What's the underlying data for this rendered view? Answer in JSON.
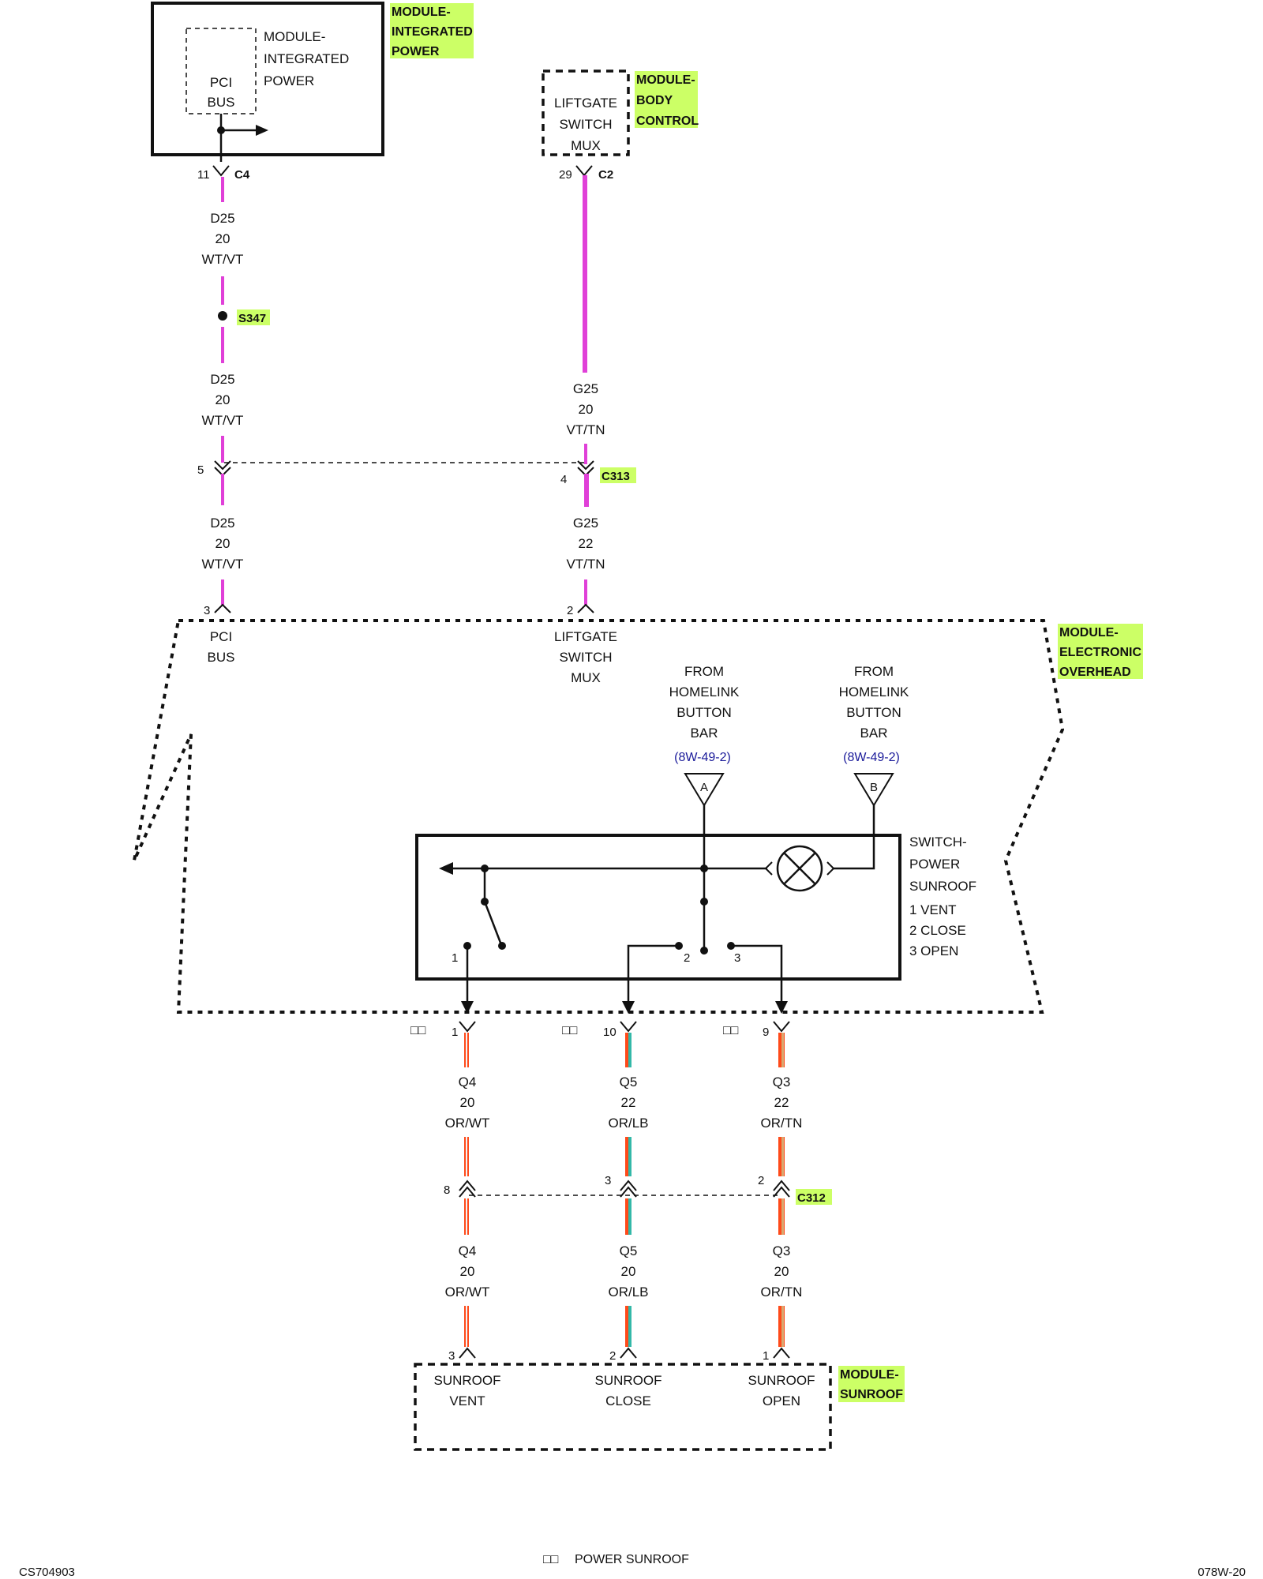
{
  "modules": {
    "integrated_power": {
      "name": [
        "MODULE-",
        "INTEGRATED",
        "POWER"
      ],
      "inner_name": [
        "MODULE-",
        "INTEGRATED",
        "POWER"
      ],
      "pci_bus": [
        "PCI",
        "BUS"
      ]
    },
    "body_control": {
      "name": [
        "MODULE-",
        "BODY",
        "CONTROL"
      ],
      "liftgate_switch_mux": [
        "LIFTGATE",
        "SWITCH",
        "MUX"
      ]
    },
    "electronic_overhead": {
      "name": [
        "MODULE-",
        "ELECTRONIC",
        "OVERHEAD"
      ],
      "pci_bus": [
        "PCI",
        "BUS"
      ],
      "liftgate_switch_mux": [
        "LIFTGATE",
        "SWITCH",
        "MUX"
      ],
      "from_homelink": [
        "FROM",
        "HOMELINK",
        "BUTTON",
        "BAR"
      ],
      "ref": "(8W-49-2)",
      "triangle_a": "A",
      "triangle_b": "B"
    },
    "switch_power_sunroof": {
      "name": [
        "SWITCH-",
        "POWER",
        "SUNROOF"
      ],
      "positions": [
        "1 VENT",
        "2 CLOSE",
        "3 OPEN"
      ],
      "pins": [
        "1",
        "2",
        "3"
      ]
    },
    "sunroof": {
      "name": [
        "MODULE-",
        "SUNROOF"
      ],
      "vent": [
        "SUNROOF",
        "VENT"
      ],
      "close": [
        "SUNROOF",
        "CLOSE"
      ],
      "open": [
        "SUNROOF",
        "OPEN"
      ]
    }
  },
  "connectors": {
    "c4": {
      "name": "C4",
      "pin": "11"
    },
    "c2": {
      "name": "C2",
      "pin": "29"
    },
    "s347": {
      "name": "S347"
    },
    "c313": {
      "name": "C313",
      "pin_left": "5",
      "pin_right": "4"
    },
    "eom_pins": {
      "pci": "3",
      "liftgate": "2"
    },
    "eom_bottom_pins": {
      "vent": "1",
      "close": "10",
      "open": "9"
    },
    "c312": {
      "name": "C312",
      "pin_vent": "8",
      "pin_close": "3",
      "pin_open": "2"
    },
    "sunroof_pins": {
      "vent": "3",
      "close": "2",
      "open": "1"
    }
  },
  "wires": {
    "d25_a": [
      "D25",
      "20",
      "WT/VT"
    ],
    "d25_b": [
      "D25",
      "20",
      "WT/VT"
    ],
    "d25_c": [
      "D25",
      "20",
      "WT/VT"
    ],
    "g25_a": [
      "G25",
      "20",
      "VT/TN"
    ],
    "g25_b": [
      "G25",
      "22",
      "VT/TN"
    ],
    "q4_a": [
      "Q4",
      "20",
      "OR/WT"
    ],
    "q5_a": [
      "Q5",
      "22",
      "OR/LB"
    ],
    "q3_a": [
      "Q3",
      "22",
      "OR/TN"
    ],
    "q4_b": [
      "Q4",
      "20",
      "OR/WT"
    ],
    "q5_b": [
      "Q5",
      "20",
      "OR/LB"
    ],
    "q3_b": [
      "Q3",
      "20",
      "OR/TN"
    ]
  },
  "legend": {
    "symbol": "□□",
    "text": "POWER SUNROOF"
  },
  "footer": {
    "left": "CS704903",
    "right": "078W-20"
  },
  "colors": {
    "highlight": "#ccff66",
    "violet": "#e040d8",
    "orange": "#ff4a1a",
    "teal": "#33b8a8",
    "tan": "#d9a870",
    "white_stripe": "#f4f4f4"
  }
}
